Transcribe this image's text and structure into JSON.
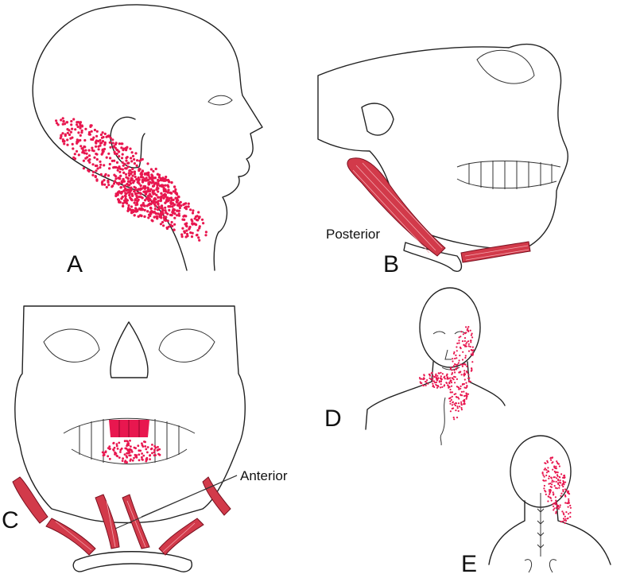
{
  "panels": {
    "a": {
      "letter": "A"
    },
    "b": {
      "letter": "B",
      "label": "Posterior"
    },
    "c": {
      "letter": "C",
      "label": "Anterior"
    },
    "d": {
      "letter": "D"
    },
    "e": {
      "letter": "E"
    }
  },
  "colors": {
    "referred_pain": "#e8174f",
    "muscle": "#d23a4a",
    "line": "#222222"
  }
}
